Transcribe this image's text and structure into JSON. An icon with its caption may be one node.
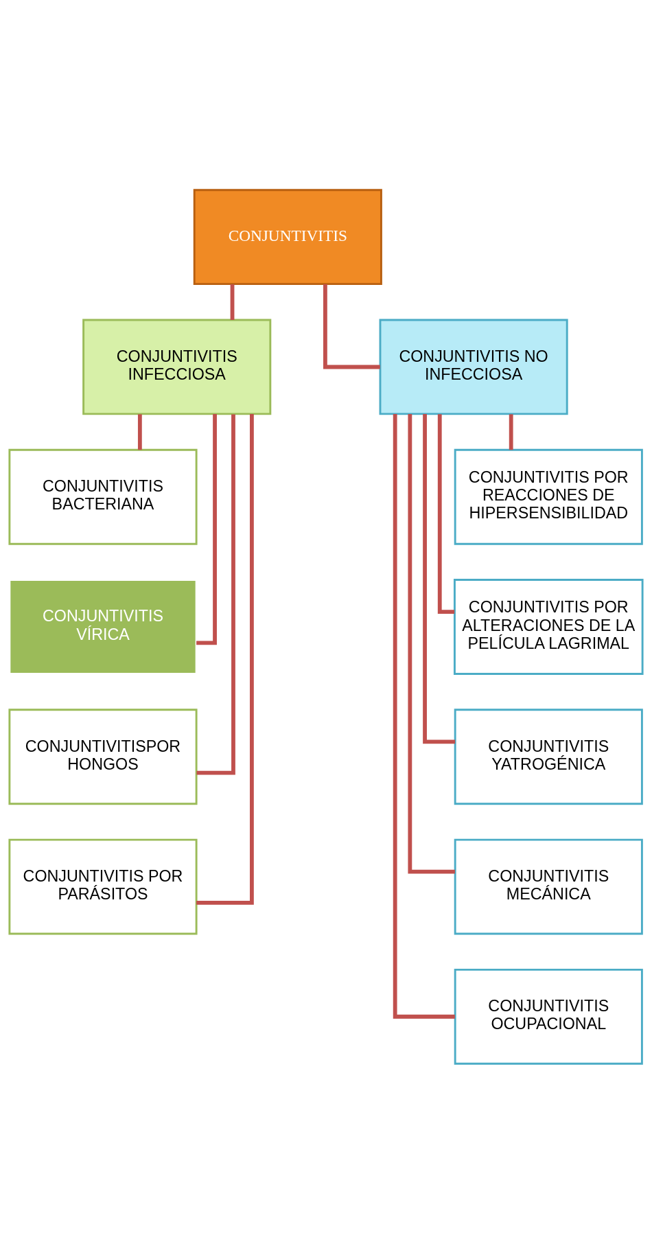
{
  "diagram": {
    "nodes": [
      {
        "text": [
          "CONJUNTIVITIS"
        ]
      },
      {
        "text": [
          "CONJUNTIVITIS INFECCIOSA"
        ]
      },
      {
        "text": [
          "CONJUNTIVITIS NO INFECCIOSA"
        ]
      },
      {
        "text": [
          "CONJUNTIVITIS BACTERIANA"
        ]
      },
      {
        "text": [
          "CONJUNTIVITIS VÍRICA"
        ]
      },
      {
        "text": [
          "CONJUNTIVITISPOR HONGOS"
        ]
      },
      {
        "text": [
          "CONJUNTIVITIS POR PARÁSITOS"
        ]
      },
      {
        "text": [
          "CONJUNTIVITIS POR REACCIONES DE HIPERSENSIBILIDAD"
        ]
      },
      {
        "text": [
          "CONJUNTIVITIS POR ALTERACIONES DE LA PELÍCULA LAGRIMAL"
        ]
      },
      {
        "text": [
          "CONJUNTIVITIS YATROGÉNICA"
        ]
      },
      {
        "text": [
          "CONJUNTIVITIS MECÁNICA"
        ]
      },
      {
        "text": [
          "CONJUNTIVITIS OCUPACIONAL"
        ]
      }
    ],
    "edges": [
      {
        "from": 0,
        "to": 1,
        "arrow": "none"
      },
      {
        "from": 0,
        "to": 2,
        "arrow": "none"
      },
      {
        "from": 1,
        "to": 3,
        "arrow": "none"
      },
      {
        "from": 1,
        "to": 4,
        "arrow": "none"
      },
      {
        "from": 1,
        "to": 5,
        "arrow": "none"
      },
      {
        "from": 1,
        "to": 6,
        "arrow": "none"
      },
      {
        "from": 2,
        "to": 7,
        "arrow": "none"
      },
      {
        "from": 2,
        "to": 8,
        "arrow": "none"
      },
      {
        "from": 2,
        "to": 9,
        "arrow": "none"
      },
      {
        "from": 2,
        "to": 10,
        "arrow": "none"
      },
      {
        "from": 2,
        "to": 11,
        "arrow": "none"
      }
    ]
  }
}
